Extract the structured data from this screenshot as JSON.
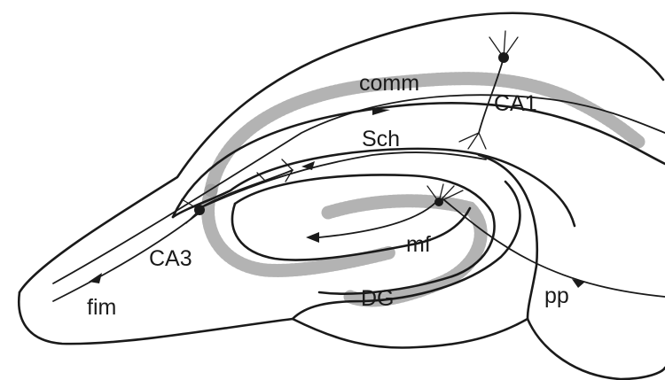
{
  "diagram": {
    "labels": {
      "comm": "comm",
      "ca1": "CA1",
      "sch": "Sch",
      "ca3": "CA3",
      "mf": "mf",
      "dg": "DG",
      "fim": "fim",
      "pp": "pp"
    },
    "colors": {
      "ink": "#1a1a1a",
      "stipple": "#9a9a9a",
      "background": "#ffffff"
    }
  }
}
